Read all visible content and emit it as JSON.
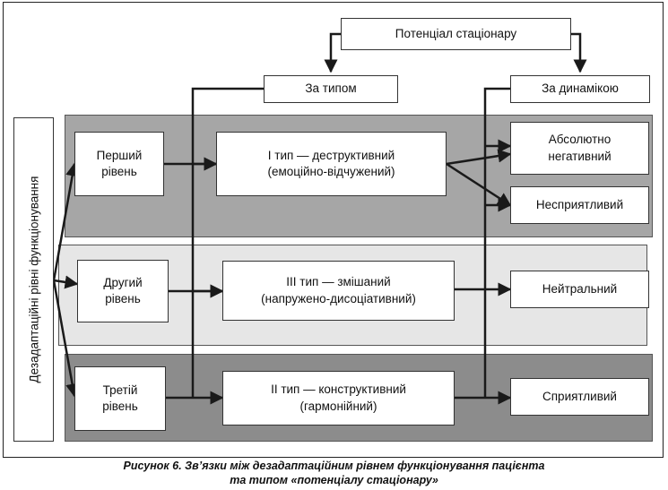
{
  "sidebar_label": "Дезадаптаційні рівні функціонування",
  "top": {
    "potential": "Потенціал стаціонару",
    "by_type": "За типом",
    "by_dynamics": "За динамікою"
  },
  "levels": {
    "first": "Перший\nрівень",
    "second": "Другий\nрівень",
    "third": "Третій\nрівень"
  },
  "types": {
    "type1": "І тип — деструктивний\n(емоційно-відчужений)",
    "type3": "ІІІ тип — змішаний\n(напружено-дисоціативний)",
    "type2": "ІІ тип — конструктивний\n(гармонійний)"
  },
  "outcomes": {
    "absolutely_negative": "Абсолютно\nнегативний",
    "unfavorable": "Несприятливий",
    "neutral": "Нейтральний",
    "favorable": "Сприятливий"
  },
  "caption": {
    "line1": "Рисунок 6. Зв’язки між дезадаптаційним рівнем функціонування пацієнта",
    "line2": "та типом «потенціалу стаціонару»"
  },
  "colors": {
    "band_top": "#a6a6a6",
    "band_middle": "#e6e6e6",
    "band_bottom": "#8c8c8c",
    "line": "#1a1a1a"
  }
}
